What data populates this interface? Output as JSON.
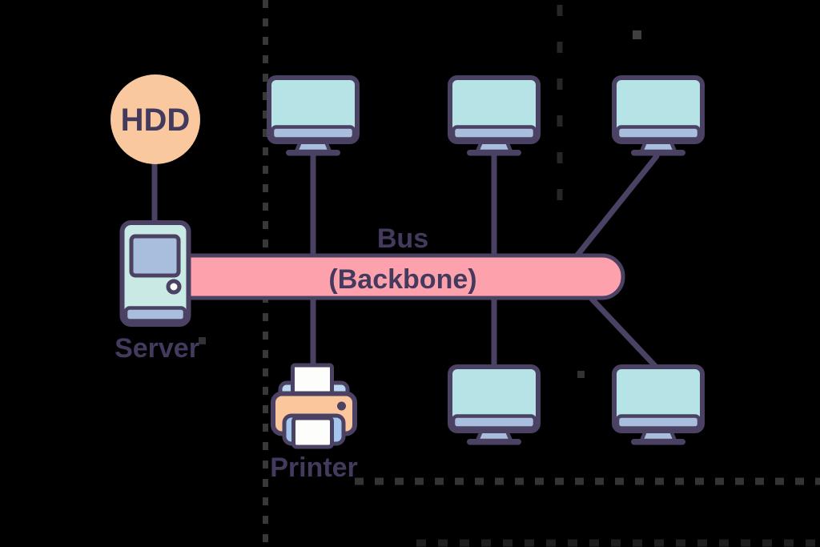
{
  "colors": {
    "background": "#000000",
    "outline": "#4a4163",
    "label_text": "#443a5e",
    "bus_fill": "#fda1ad",
    "screen_teal": "#b6e3e6",
    "server_teal": "#c8e9e4",
    "blue_gray": "#a9bedc",
    "hdd_peach": "#f9c89e",
    "printer_peach": "#fbc69c",
    "printer_blue_top": "#b9d7f0",
    "printer_blue_out": "#a5c6ec",
    "paper_white": "#fdfdfb"
  },
  "diagram": {
    "type": "network-topology",
    "topology": "bus",
    "labels": {
      "hdd": "HDD",
      "server": "Server",
      "printer": "Printer",
      "bus": "Bus",
      "backbone": "(Backbone)"
    },
    "nodes": [
      {
        "id": "hdd",
        "type": "storage-disk",
        "label": "HDD",
        "connects_to": [
          "server"
        ]
      },
      {
        "id": "server",
        "type": "server",
        "label": "Server",
        "connects_to": [
          "hdd",
          "bus"
        ]
      },
      {
        "id": "bus",
        "type": "backbone-bus",
        "label": "Bus (Backbone)"
      },
      {
        "id": "workstation-top-1",
        "type": "desktop-computer",
        "label": "",
        "connects_to": [
          "bus"
        ]
      },
      {
        "id": "workstation-top-2",
        "type": "desktop-computer",
        "label": "",
        "connects_to": [
          "bus"
        ]
      },
      {
        "id": "workstation-top-3",
        "type": "desktop-computer",
        "label": "",
        "connects_to": [
          "bus"
        ]
      },
      {
        "id": "workstation-bottom-1",
        "type": "desktop-computer",
        "label": "",
        "connects_to": [
          "bus"
        ]
      },
      {
        "id": "workstation-bottom-2",
        "type": "desktop-computer",
        "label": "",
        "connects_to": [
          "bus"
        ]
      },
      {
        "id": "printer",
        "type": "printer",
        "label": "Printer",
        "connects_to": [
          "bus"
        ]
      }
    ]
  }
}
